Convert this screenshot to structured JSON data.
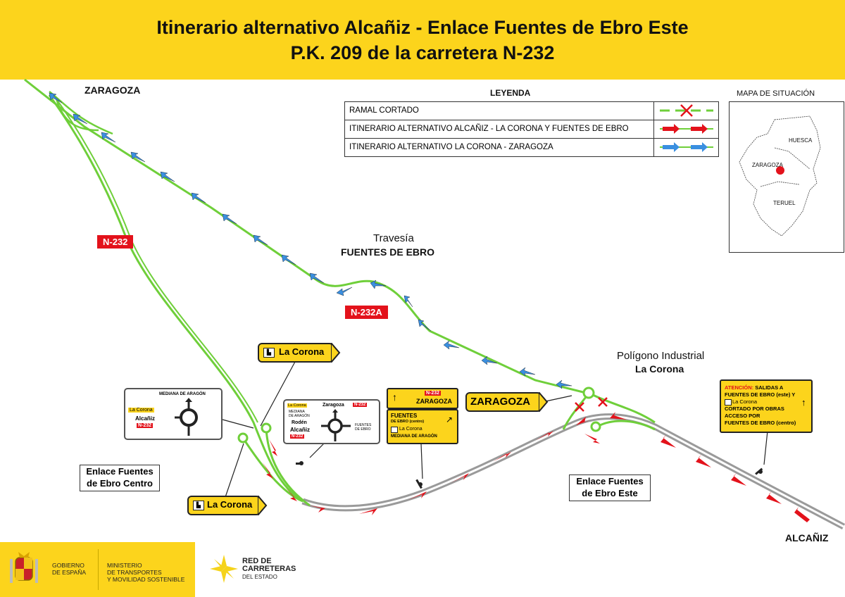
{
  "header": {
    "title_line1": "Itinerario alternativo Alcañiz - Enlace Fuentes de Ebro Este",
    "title_line2": "P.K. 209 de la carretera N-232"
  },
  "colors": {
    "header_yellow": "#fcd41c",
    "road_green": "#6fcf3a",
    "arrow_red": "#e3121b",
    "arrow_blue": "#3a8fe0",
    "road_grey": "#9a9a9a"
  },
  "places": {
    "zaragoza": "ZARAGOZA",
    "alcaniz": "ALCAÑIZ",
    "travesia": "Travesía",
    "fuentes_de_ebro": "FUENTES DE EBRO",
    "poligono_line1": "Polígono Industrial",
    "poligono_line2": "La Corona"
  },
  "road_tags": {
    "n232": "N-232",
    "n232a": "N-232A"
  },
  "legend": {
    "title": "LEYENDA",
    "rows": [
      {
        "label": "RAMAL CORTADO",
        "symbol": "closed-ramp"
      },
      {
        "label": "ITINERARIO ALTERNATIVO ALCAÑIZ - LA CORONA Y FUENTES DE EBRO",
        "symbol": "red-arrows"
      },
      {
        "label": "ITINERARIO ALTERNATIVO LA CORONA - ZARAGOZA",
        "symbol": "blue-arrows"
      }
    ]
  },
  "situation_map": {
    "title": "MAPA DE SITUACIÓN",
    "regions": [
      "HUESCA",
      "ZARAGOZA",
      "TERUEL"
    ]
  },
  "junctions": {
    "centro_line1": "Enlace Fuentes",
    "centro_line2": "de Ebro Centro",
    "este_line1": "Enlace Fuentes",
    "este_line2": "de Ebro Este"
  },
  "signs": {
    "la_corona_top": "La Corona",
    "la_corona_bottom": "La Corona",
    "zaragoza_sign": "ZARAGOZA",
    "roundabout1": {
      "top": "MEDIANA DE ARAGÓN",
      "left_tag": "La Corona",
      "left_name": "Alcañiz",
      "left_road": "N-232"
    },
    "roundabout2": {
      "top_left_tag": "La Corona",
      "mediana": "MEDIANA DE ARAGÓN",
      "roden": "Rodén",
      "alcaniz": "Alcañiz",
      "road": "N-232",
      "zaragoza": "Zaragoza",
      "zaragoza_road": "N-232",
      "right": "FUENTES DE EBRO"
    },
    "direction": {
      "road": "N-232",
      "zaragoza": "ZARAGOZA",
      "fuentes": "FUENTES",
      "fuentes_sub": "DE EBRO (centro)",
      "la_corona": "La Corona",
      "mediana": "MEDIANA DE ARAGÓN"
    },
    "warning": {
      "atencion": "ATENCIÓN:",
      "line1": "SALIDAS A",
      "line2": "FUENTES DE EBRO (este) Y",
      "line3": "La Corona",
      "line4": "CORTADO POR OBRAS",
      "line5": "ACCESO POR",
      "line6": "FUENTES DE EBRO (centro)"
    }
  },
  "footer": {
    "gobierno_line1": "GOBIERNO",
    "gobierno_line2": "DE ESPAÑA",
    "ministerio_line1": "MINISTERIO",
    "ministerio_line2": "DE TRANSPORTES",
    "ministerio_line3": "Y MOVILIDAD SOSTENIBLE",
    "red_line1": "RED DE",
    "red_line2": "CARRETERAS",
    "red_line3": "DEL ESTADO"
  }
}
